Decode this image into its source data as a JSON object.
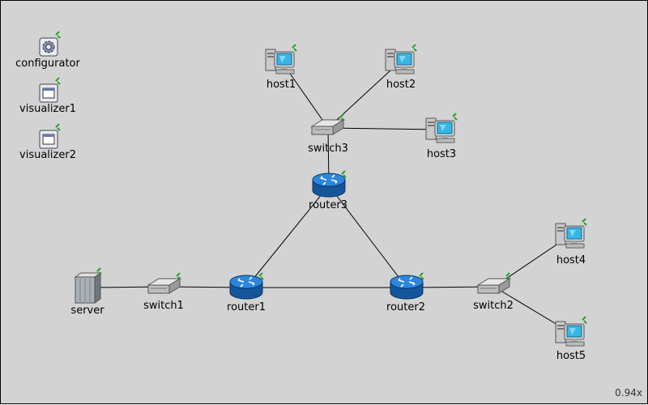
{
  "network": {
    "nodes": {
      "configurator": {
        "label": "configurator",
        "icon": "gear-icon"
      },
      "visualizer1": {
        "label": "visualizer1",
        "icon": "window-icon"
      },
      "visualizer2": {
        "label": "visualizer2",
        "icon": "window-icon"
      },
      "host1": {
        "label": "host1",
        "icon": "computer-icon"
      },
      "host2": {
        "label": "host2",
        "icon": "computer-icon"
      },
      "host3": {
        "label": "host3",
        "icon": "computer-icon"
      },
      "host4": {
        "label": "host4",
        "icon": "computer-icon"
      },
      "host5": {
        "label": "host5",
        "icon": "computer-icon"
      },
      "switch1": {
        "label": "switch1",
        "icon": "switch-icon"
      },
      "switch2": {
        "label": "switch2",
        "icon": "switch-icon"
      },
      "switch3": {
        "label": "switch3",
        "icon": "switch-icon"
      },
      "router1": {
        "label": "router1",
        "icon": "router-icon"
      },
      "router2": {
        "label": "router2",
        "icon": "router-icon"
      },
      "router3": {
        "label": "router3",
        "icon": "router-icon"
      },
      "server": {
        "label": "server",
        "icon": "server-icon"
      }
    },
    "connections": [
      [
        "host1",
        "switch3"
      ],
      [
        "host2",
        "switch3"
      ],
      [
        "host3",
        "switch3"
      ],
      [
        "switch3",
        "router3"
      ],
      [
        "router3",
        "router1"
      ],
      [
        "router3",
        "router2"
      ],
      [
        "router1",
        "router2"
      ],
      [
        "server",
        "switch1"
      ],
      [
        "switch1",
        "router1"
      ],
      [
        "router2",
        "switch2"
      ],
      [
        "switch2",
        "host4"
      ],
      [
        "switch2",
        "host5"
      ]
    ]
  },
  "zoom_level": "0.94x",
  "colors": {
    "canvas_bg": "#d3d3d3",
    "router_blue": "#1d6fc2",
    "screen_cyan": "#36b6e6",
    "status_green": "#3cb043"
  }
}
